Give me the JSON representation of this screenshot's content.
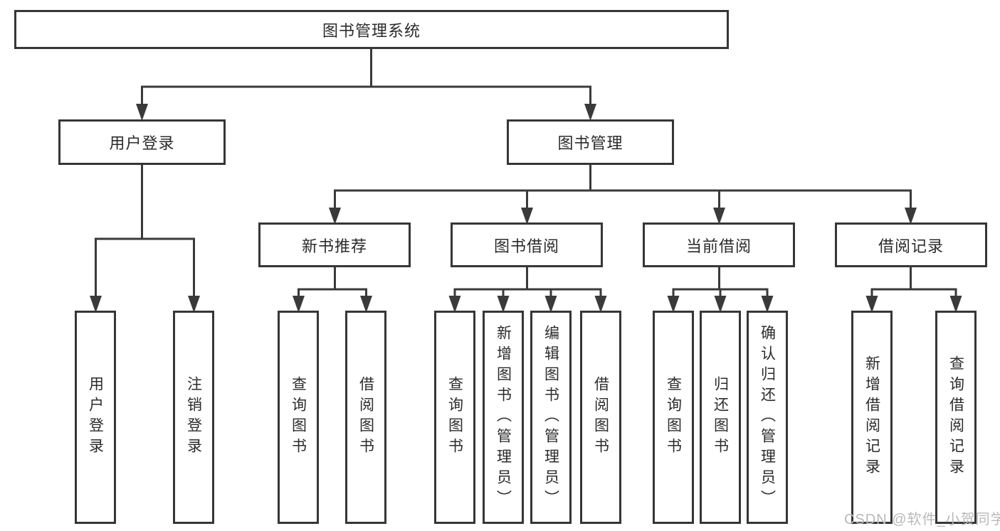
{
  "diagram_type": "tree",
  "watermark": "CSDN @软件_小贺同学",
  "colors": {
    "line": "#3a3a3a",
    "box_border": "#363636",
    "box_fill": "#ffffff",
    "text": "#2b2b2b",
    "watermark": "#b9b9b9"
  },
  "tree": {
    "label": "图书管理系统",
    "children": [
      {
        "label": "用户登录",
        "children": [
          {
            "label": "用户登录"
          },
          {
            "label": "注销登录"
          }
        ]
      },
      {
        "label": "图书管理",
        "children": [
          {
            "label": "新书推荐",
            "children": [
              {
                "label": "查询图书"
              },
              {
                "label": "借阅图书"
              }
            ]
          },
          {
            "label": "图书借阅",
            "children": [
              {
                "label": "查询图书"
              },
              {
                "label": "新增图书（管理员）"
              },
              {
                "label": "编辑图书（管理员）"
              },
              {
                "label": "借阅图书"
              }
            ]
          },
          {
            "label": "当前借阅",
            "children": [
              {
                "label": "查询图书"
              },
              {
                "label": "归还图书"
              },
              {
                "label": "确认归还（管理员）"
              }
            ]
          },
          {
            "label": "借阅记录",
            "children": [
              {
                "label": "新增借阅记录"
              },
              {
                "label": "查询借阅记录"
              }
            ]
          }
        ]
      }
    ]
  }
}
